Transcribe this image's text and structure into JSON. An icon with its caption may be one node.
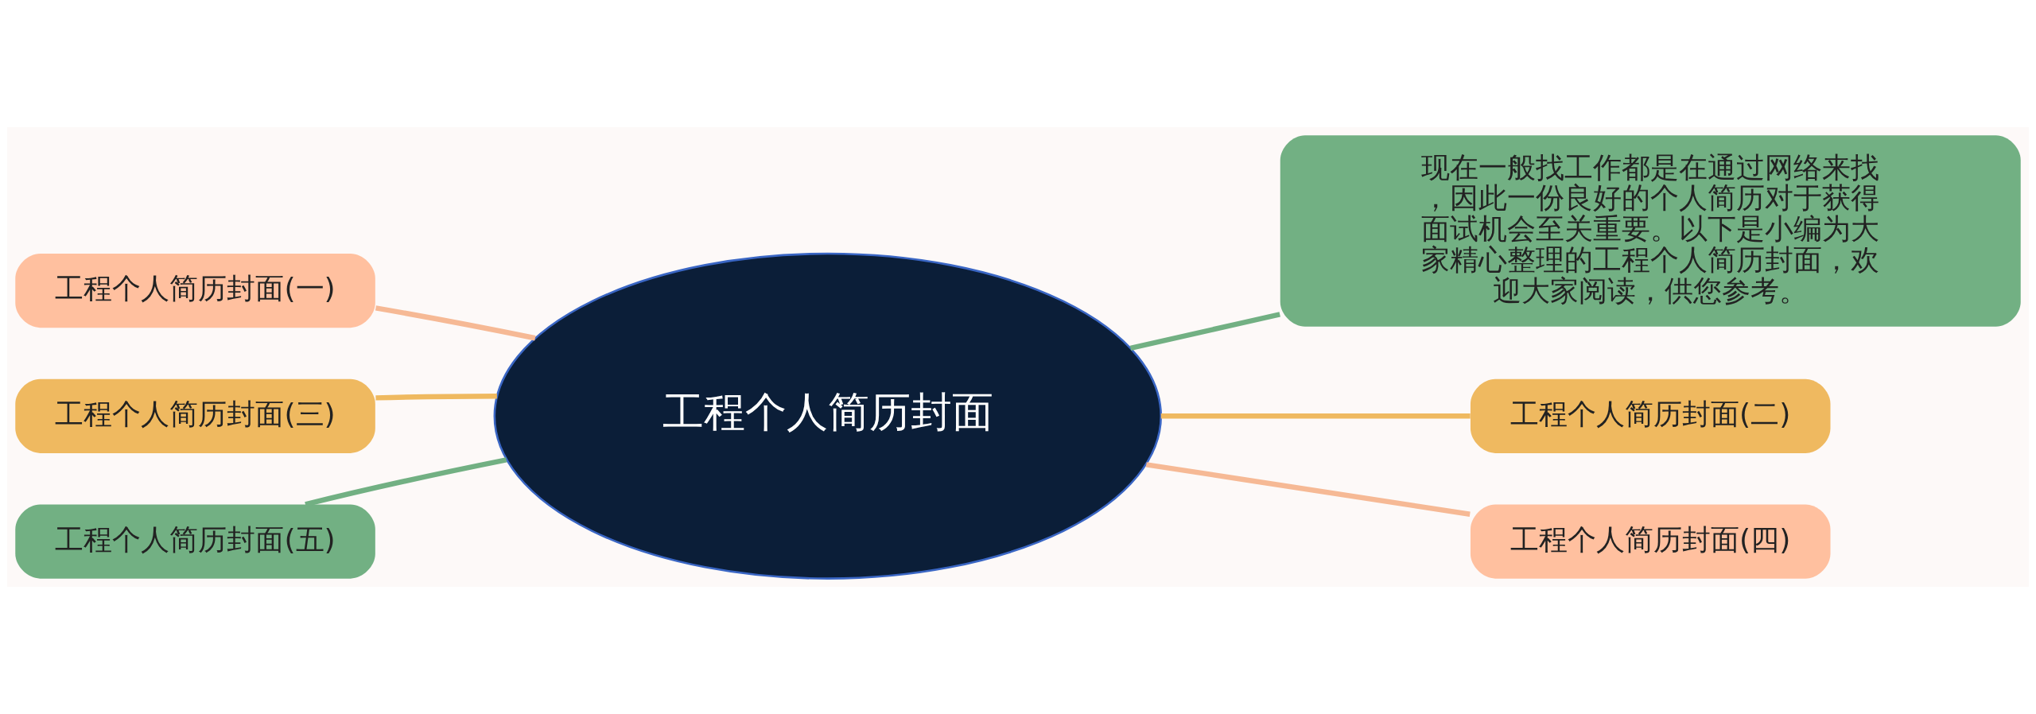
{
  "diagram": {
    "nodes": [
      {
        "text": [
          "工程个人简历封面"
        ]
      },
      {
        "text": [
          "工程个人简历封面(一)"
        ]
      },
      {
        "text": [
          "工程个人简历封面(三)"
        ]
      },
      {
        "text": [
          "工程个人简历封面(五)"
        ]
      },
      {
        "text": [
          "现在一般找工作都是在通过网络来找，因此一份良好的个人简历对于获得面试机会至关重要。以下是小编为大家精心整理的工程个人简历封面，欢迎大家阅读，供您参考。"
        ]
      },
      {
        "text": [
          "工程个人简历封面(二)"
        ]
      },
      {
        "text": [
          "工程个人简历封面(四)"
        ]
      }
    ],
    "edges": [
      {
        "from": 0,
        "to": 1,
        "arrow": "none",
        "color": "#f6b995"
      },
      {
        "from": 0,
        "to": 2,
        "arrow": "none",
        "color": "#efb960"
      },
      {
        "from": 0,
        "to": 3,
        "arrow": "none",
        "color": "#72b083"
      },
      {
        "from": 0,
        "to": 4,
        "arrow": "none",
        "color": "#72b083"
      },
      {
        "from": 0,
        "to": 5,
        "arrow": "none",
        "color": "#efb960"
      },
      {
        "from": 0,
        "to": 6,
        "arrow": "none",
        "color": "#f6b995"
      }
    ]
  }
}
